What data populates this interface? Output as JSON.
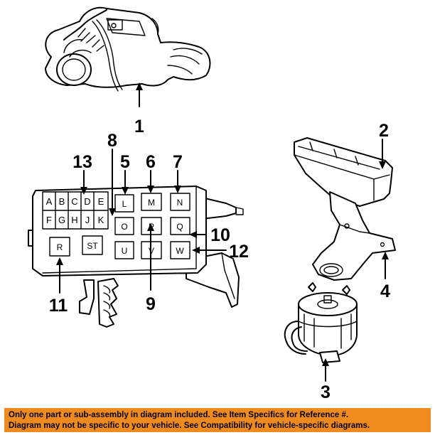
{
  "callouts": {
    "c1": "1",
    "c2": "2",
    "c3": "3",
    "c4": "4",
    "c5": "5",
    "c6": "6",
    "c7": "7",
    "c8": "8",
    "c9": "9",
    "c10": "10",
    "c11": "11",
    "c12": "12",
    "c13": "13"
  },
  "fuse_block": {
    "small_cells": [
      "A",
      "B",
      "C",
      "D",
      "E",
      "F",
      "G",
      "H",
      "J",
      "K"
    ],
    "large_cells": {
      "L": "L",
      "M": "M",
      "N": "N",
      "O": "O",
      "P": "P",
      "Q": "Q",
      "R": "R",
      "ST": "ST",
      "U": "U",
      "V": "V",
      "W": "W"
    }
  },
  "footer": {
    "line1": "Only one part or sub-assembly in diagram included. See Item Specifics for Reference #.",
    "line2": "Diagram may not be specific to your vehicle. See Compatibility for vehicle-specific diagrams."
  },
  "colors": {
    "banner": "#ef8a1e",
    "ink": "#000000",
    "paper": "#ffffff"
  }
}
